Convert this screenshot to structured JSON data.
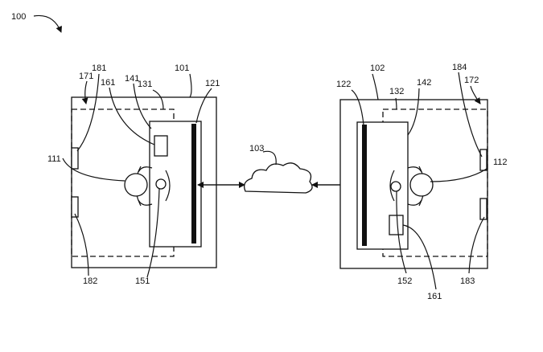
{
  "figure": {
    "ref_100": "100",
    "network": {
      "ref": "103"
    },
    "devices": [
      {
        "ref": "101",
        "screen": "121",
        "user": "111",
        "camera": "151",
        "module": "161",
        "display_region": "141",
        "frame": "131",
        "sensor_region": "171",
        "sensor_top": "181",
        "sensor_bottom": "182"
      },
      {
        "ref": "102",
        "screen": "122",
        "user": "112",
        "camera": "152",
        "module": "161",
        "display_region": "142",
        "frame": "132",
        "sensor_region": "172",
        "sensor_top": "184",
        "sensor_bottom": "183"
      }
    ],
    "colors": {
      "line": "#111111",
      "background": "#ffffff"
    }
  }
}
